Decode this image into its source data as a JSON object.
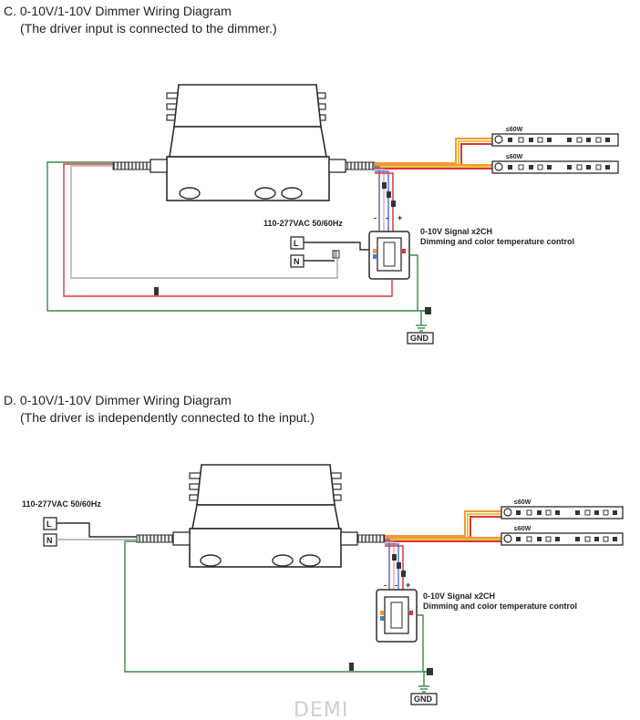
{
  "diagram_c": {
    "title": "C. 0-10V/1-10V Dimmer Wiring Diagram",
    "subtitle": "(The driver input is connected to the dimmer.)",
    "input_label": "110-277VAC 50/60Hz",
    "terminal_l": "L",
    "terminal_n": "N",
    "signal_label": "0-10V Signal x2CH",
    "control_label": "Dimming and color temperature control",
    "strip_power_1": "≤60W",
    "strip_power_2": "≤60W",
    "minus_1": "-",
    "minus_2": "-",
    "plus": "+",
    "gnd": "GND"
  },
  "diagram_d": {
    "title": "D. 0-10V/1-10V Dimmer Wiring Diagram",
    "subtitle": "(The driver is independently connected to the input.)",
    "input_label": "110-277VAC 50/60Hz",
    "terminal_l": "L",
    "terminal_n": "N",
    "signal_label": "0-10V Signal x2CH",
    "control_label": "Dimming and color temperature control",
    "strip_power_1": "≤60W",
    "strip_power_2": "≤60W",
    "minus_1": "-",
    "minus_2": "-",
    "plus": "+",
    "gnd": "GND"
  },
  "watermark": "DEMI",
  "colors": {
    "wire_red": "#d9363e",
    "wire_orange": "#f29a3a",
    "wire_yellow": "#e8c63a",
    "wire_gray": "#a8a8a8",
    "wire_green": "#3a8a4a",
    "wire_purple": "#7c5fa8",
    "wire_pink": "#e9a6c4",
    "wire_blue": "#4a7bd0",
    "outline": "#2b2b2b"
  }
}
